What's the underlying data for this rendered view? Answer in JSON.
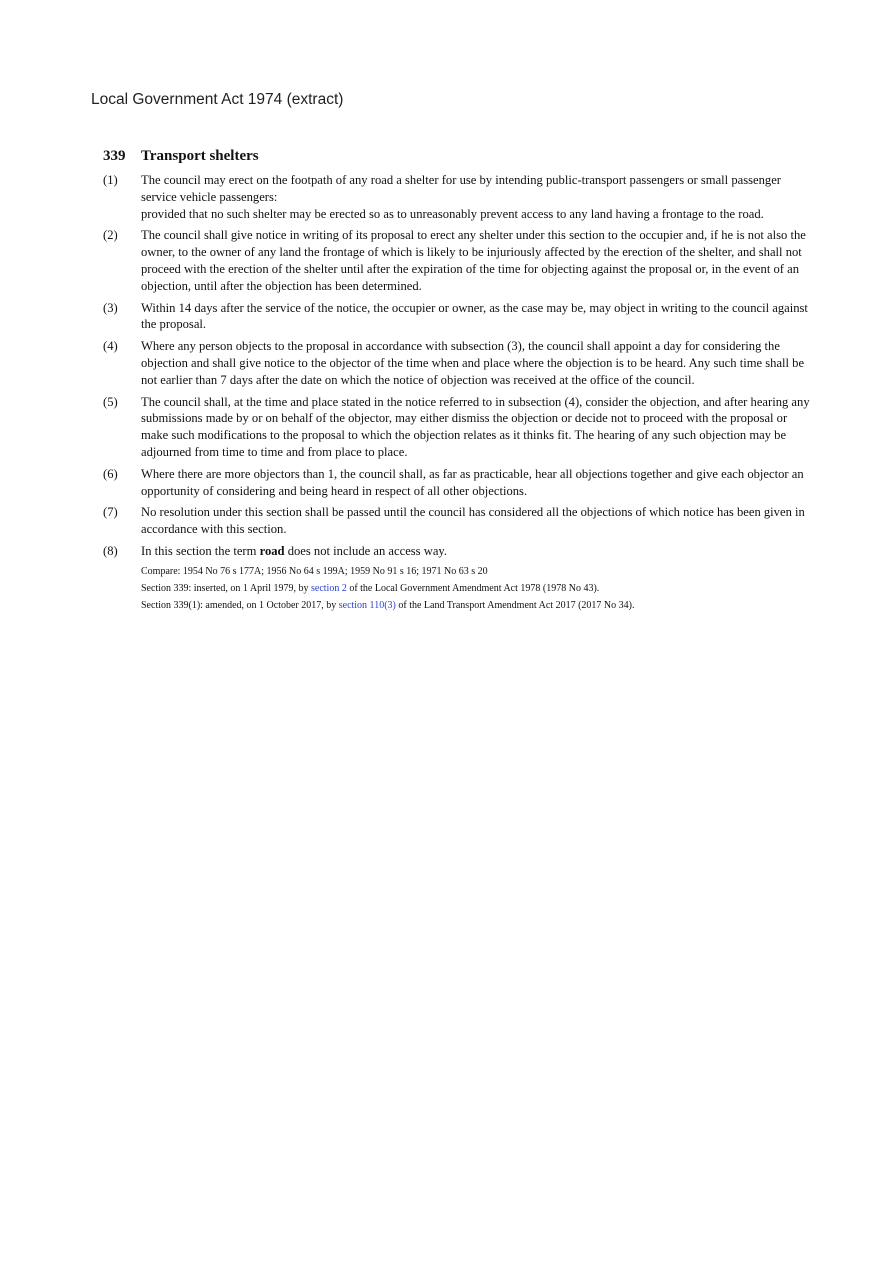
{
  "document_title": "Local Government Act 1974 (extract)",
  "section": {
    "number": "339",
    "title": "Transport shelters",
    "subsections": [
      {
        "label": "(1)",
        "paragraphs": [
          "The council may erect on the footpath of any road a shelter for use by intending public-transport passengers or small passenger service vehicle passengers:",
          "provided that no such shelter may be erected so as to unreasonably prevent access to any land having a frontage to the road."
        ]
      },
      {
        "label": "(2)",
        "text": "The council shall give notice in writing of its proposal to erect any shelter under this section to the occupier and, if he is not also the owner, to the owner of any land the frontage of which is likely to be injuriously affected by the erection of the shelter, and shall not proceed with the erection of the shelter until after the expiration of the time for objecting against the proposal or, in the event of an objection, until after the objection has been determined."
      },
      {
        "label": "(3)",
        "text": "Within 14 days after the service of the notice, the occupier or owner, as the case may be, may object in writing to the council against the proposal."
      },
      {
        "label": "(4)",
        "text": "Where any person objects to the proposal in accordance with subsection (3), the council shall appoint a day for considering the objection and shall give notice to the objector of the time when and place where the objection is to be heard. Any such time shall be not earlier than 7 days after the date on which the notice of objection was received at the office of the council."
      },
      {
        "label": "(5)",
        "text": "The council shall, at the time and place stated in the notice referred to in subsection (4), consider the objection, and after hearing any submissions made by or on behalf of the objector, may either dismiss the objection or decide not to proceed with the proposal or make such modifications to the proposal to which the objection relates as it thinks fit. The hearing of any such objection may be adjourned from time to time and from place to place."
      },
      {
        "label": "(6)",
        "text": "Where there are more objectors than 1, the council shall, as far as practicable, hear all objections together and give each objector an opportunity of considering and being heard in respect of all other objections."
      },
      {
        "label": "(7)",
        "text": "No resolution under this section shall be passed until the council has considered all the objections of which notice has been given in accordance with this section."
      },
      {
        "label": "(8)",
        "text_before": "In this section the term ",
        "term": "road",
        "text_after": " does not include an access way."
      }
    ],
    "notes": {
      "compare": "Compare: 1954 No 76 s 177A; 1956 No 64 s 199A; 1959 No 91 s 16; 1971 No 63 s 20",
      "history": [
        {
          "before": "Section 339: inserted, on 1 April 1979, by ",
          "link": "section 2",
          "after": " of the Local Government Amendment Act 1978 (1978 No 43)."
        },
        {
          "before": "Section 339(1): amended, on 1 October 2017, by ",
          "link": "section 110(3)",
          "after": " of the Land Transport Amendment Act 2017 (2017 No 34)."
        }
      ]
    }
  },
  "colors": {
    "link": "#2a3fd0",
    "text": "#111111"
  }
}
